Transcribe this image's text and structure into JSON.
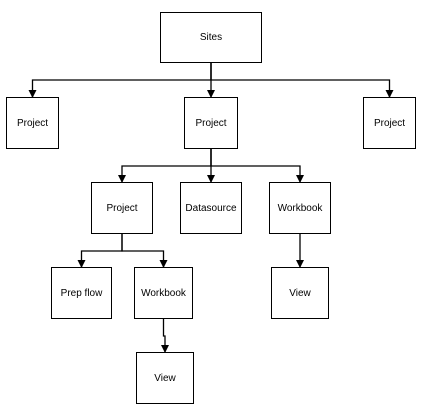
{
  "diagram": {
    "nodes": {
      "sites": "Sites",
      "project_left": "Project",
      "project_center": "Project",
      "project_right": "Project",
      "project_sub": "Project",
      "datasource": "Datasource",
      "workbook_1": "Workbook",
      "prep_flow": "Prep flow",
      "workbook_2": "Workbook",
      "view_1": "View",
      "view_2": "View"
    },
    "edges": [
      [
        "sites",
        "project_left"
      ],
      [
        "sites",
        "project_center"
      ],
      [
        "sites",
        "project_right"
      ],
      [
        "project_center",
        "project_sub"
      ],
      [
        "project_center",
        "datasource"
      ],
      [
        "project_center",
        "workbook_1"
      ],
      [
        "project_sub",
        "prep_flow"
      ],
      [
        "project_sub",
        "workbook_2"
      ],
      [
        "workbook_1",
        "view_1"
      ],
      [
        "workbook_2",
        "view_2"
      ]
    ],
    "colors": {
      "stroke": "#000000",
      "background": "#ffffff"
    }
  }
}
